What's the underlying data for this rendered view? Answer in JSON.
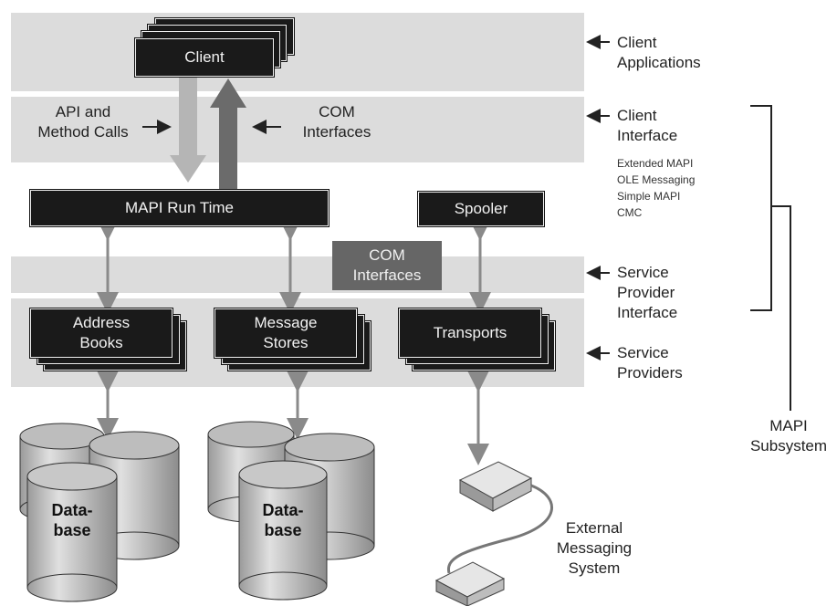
{
  "client_box": "Client",
  "api_label": [
    "API and",
    "Method Calls"
  ],
  "com_label_top": [
    "COM",
    "Interfaces"
  ],
  "mapi_runtime": "MAPI Run Time",
  "spooler": "Spooler",
  "com_box": [
    "COM",
    "Interfaces"
  ],
  "providers": {
    "address_books": [
      "Address",
      "Books"
    ],
    "message_stores": [
      "Message",
      "Stores"
    ],
    "transports": "Transports"
  },
  "layers": {
    "client_applications": [
      "Client",
      "Applications"
    ],
    "client_interface": [
      "Client",
      "Interface"
    ],
    "client_interface_items": [
      "Extended MAPI",
      "OLE Messaging",
      "Simple MAPI",
      "CMC"
    ],
    "service_provider_interface": [
      "Service",
      "Provider",
      "Interface"
    ],
    "service_providers": [
      "Service",
      "Providers"
    ]
  },
  "mapi_subsystem": [
    "MAPI",
    "Subsystem"
  ],
  "database_label": [
    "Data-",
    "base"
  ],
  "external_system": [
    "External",
    "Messaging",
    "System"
  ],
  "colors": {
    "band": "#dcdcdc",
    "box": "#1a1a1a",
    "com_box": "#666666",
    "arrow_light": "#b5b5b5",
    "arrow_dark": "#6b6b6b"
  }
}
